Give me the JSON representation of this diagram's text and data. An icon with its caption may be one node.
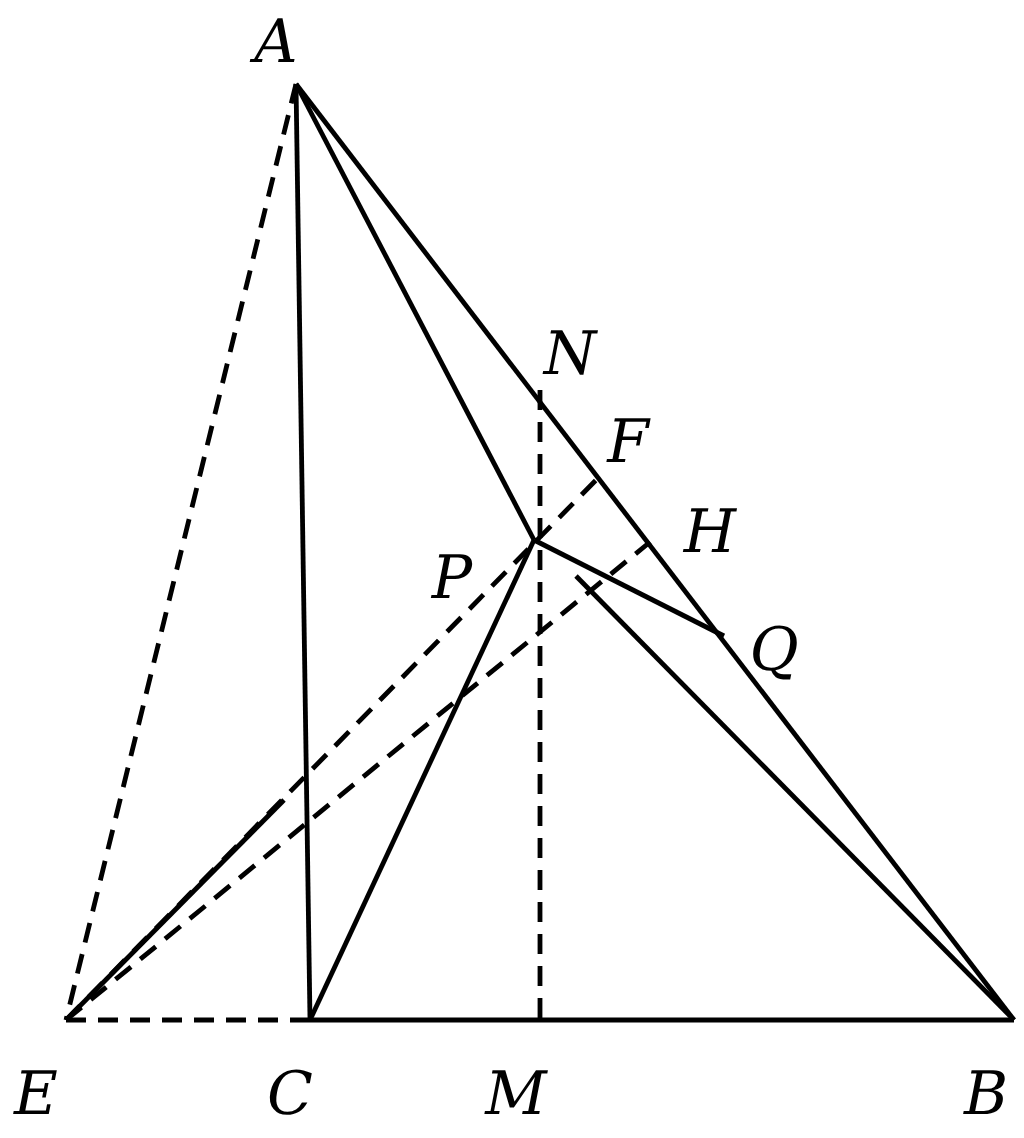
{
  "diagram": {
    "nodes": [
      {
        "text": [
          "A"
        ]
      },
      {
        "text": [
          "N"
        ]
      },
      {
        "text": [
          "F"
        ]
      },
      {
        "text": [
          "H"
        ]
      },
      {
        "text": [
          "P"
        ]
      },
      {
        "text": [
          "Q"
        ]
      },
      {
        "text": [
          "E"
        ]
      },
      {
        "text": [
          "C"
        ]
      },
      {
        "text": [
          "M"
        ]
      },
      {
        "text": [
          "B"
        ]
      }
    ],
    "edges": [
      {
        "from": 0,
        "to": 7,
        "arrow": "none"
      },
      {
        "from": 0,
        "to": 9,
        "arrow": "none"
      },
      {
        "from": 7,
        "to": 9,
        "arrow": "none"
      },
      {
        "from": 0,
        "to": 4,
        "arrow": "none"
      },
      {
        "from": 4,
        "to": 7,
        "arrow": "none"
      },
      {
        "from": 4,
        "to": 5,
        "arrow": "none"
      },
      {
        "from": null,
        "to": 9,
        "arrow": "none"
      },
      {
        "from": 6,
        "to": null,
        "arrow": "none"
      },
      {
        "from": 0,
        "to": 6,
        "arrow": "none",
        "style": "dashed"
      },
      {
        "from": 6,
        "to": 7,
        "arrow": "none",
        "style": "dashed"
      },
      {
        "from": 1,
        "to": 8,
        "arrow": "none",
        "style": "dashed"
      },
      {
        "from": 6,
        "to": 2,
        "arrow": "none",
        "style": "dashed"
      },
      {
        "from": 6,
        "to": 3,
        "arrow": "none",
        "style": "dashed"
      }
    ]
  }
}
